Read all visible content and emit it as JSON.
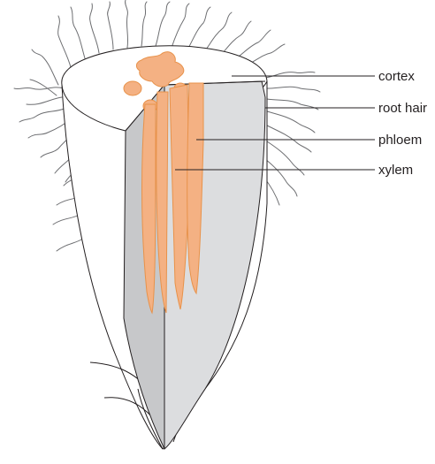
{
  "labels": {
    "cortex": "cortex",
    "root_hair": "root hair",
    "phloem": "phloem",
    "xylem": "xylem"
  },
  "colors": {
    "vascular_fill": "#f4b183",
    "vascular_stroke": "#e8924a",
    "cut_face_light": "#dcdddf",
    "cut_face_dark": "#c7c8ca",
    "outline": "#231f20"
  }
}
